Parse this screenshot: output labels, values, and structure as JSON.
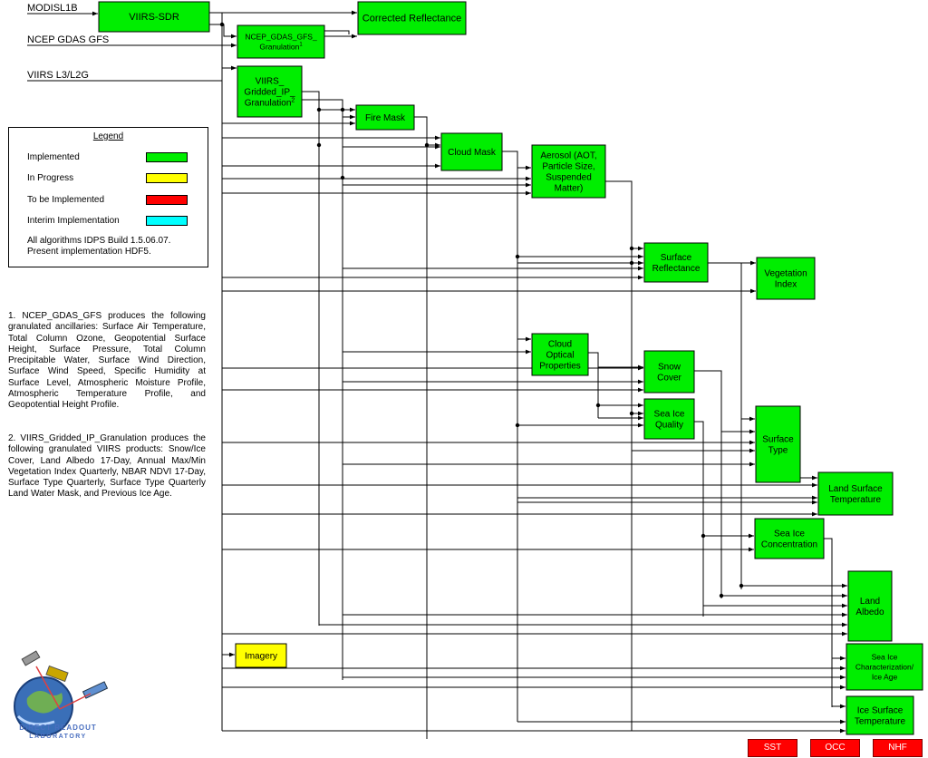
{
  "inputs": {
    "modisl1b": "MODISL1B",
    "ncep": "NCEP GDAS GFS",
    "viirs_l3": "VIIRS L3/L2G"
  },
  "colors": {
    "implemented": "#00ee00",
    "in_progress": "#ffff00",
    "to_be_implemented": "#ff0000",
    "interim": "#00ffff"
  },
  "boxes": {
    "viirs_sdr": [
      "VIIRS-SDR"
    ],
    "corrected_reflectance": [
      "Corrected Reflectance"
    ],
    "ncep_granulation": [
      "NCEP_GDAS_GFS_",
      "Granulation"
    ],
    "viirs_gridded": [
      "VIIRS_",
      "Gridded_IP_",
      "Granulation"
    ],
    "fire_mask": [
      "Fire Mask"
    ],
    "cloud_mask": [
      "Cloud Mask"
    ],
    "aerosol": [
      "Aerosol (AOT,",
      "Particle Size,",
      "Suspended",
      "Matter)"
    ],
    "surface_reflectance": [
      "Surface",
      "Reflectance"
    ],
    "vegetation_index": [
      "Vegetation",
      "Index"
    ],
    "cloud_optical": [
      "Cloud",
      "Optical",
      "Properties"
    ],
    "snow_cover": [
      "Snow",
      "Cover"
    ],
    "sea_ice_quality": [
      "Sea Ice",
      "Quality"
    ],
    "surface_type": [
      "Surface",
      "Type"
    ],
    "land_surface_temp": [
      "Land Surface",
      "Temperature"
    ],
    "sea_ice_concentration": [
      "Sea Ice",
      "Concentration"
    ],
    "land_albedo": [
      "Land",
      "Albedo"
    ],
    "imagery": [
      "Imagery"
    ],
    "sea_ice_characterization": [
      "Sea Ice",
      "Characterization/",
      "Ice Age"
    ],
    "ice_surface_temp": [
      "Ice Surface",
      "Temperature"
    ]
  },
  "superscripts": {
    "ncep_granulation": "1",
    "viirs_gridded": "2"
  },
  "legend": {
    "title": "Legend",
    "implemented": "Implemented",
    "in_progress": "In Progress",
    "to_be_implemented": "To be Implemented",
    "interim": "Interim Implementation",
    "note1": "All algorithms IDPS Build 1.5.06.07.",
    "note2": "Present implementation HDF5."
  },
  "footnotes": {
    "one": "1. NCEP_GDAS_GFS produces the following granulated ancillaries: Surface Air Temperature, Total Column Ozone, Geopotential Surface Height, Surface Pressure, Total Column Precipitable Water, Surface Wind Direction, Surface Wind Speed, Specific Humidity at Surface Level, Atmospheric Moisture Profile, Atmospheric Temperature Profile, and Geopotential Height Profile.",
    "two": "2. VIIRS_Gridded_IP_Granulation produces the following granulated VIIRS products: Snow/Ice Cover, Land Albedo 17-Day, Annual Max/Min Vegetation Index Quarterly, NBAR NDVI 17-Day, Surface Type Quarterly, Surface Type Quarterly Land Water Mask, and Previous Ice Age."
  },
  "logo": {
    "line1": "DIRECT READOUT",
    "line2": "LABORATORY"
  },
  "destinations": [
    "SST",
    "OCC",
    "NHF"
  ]
}
